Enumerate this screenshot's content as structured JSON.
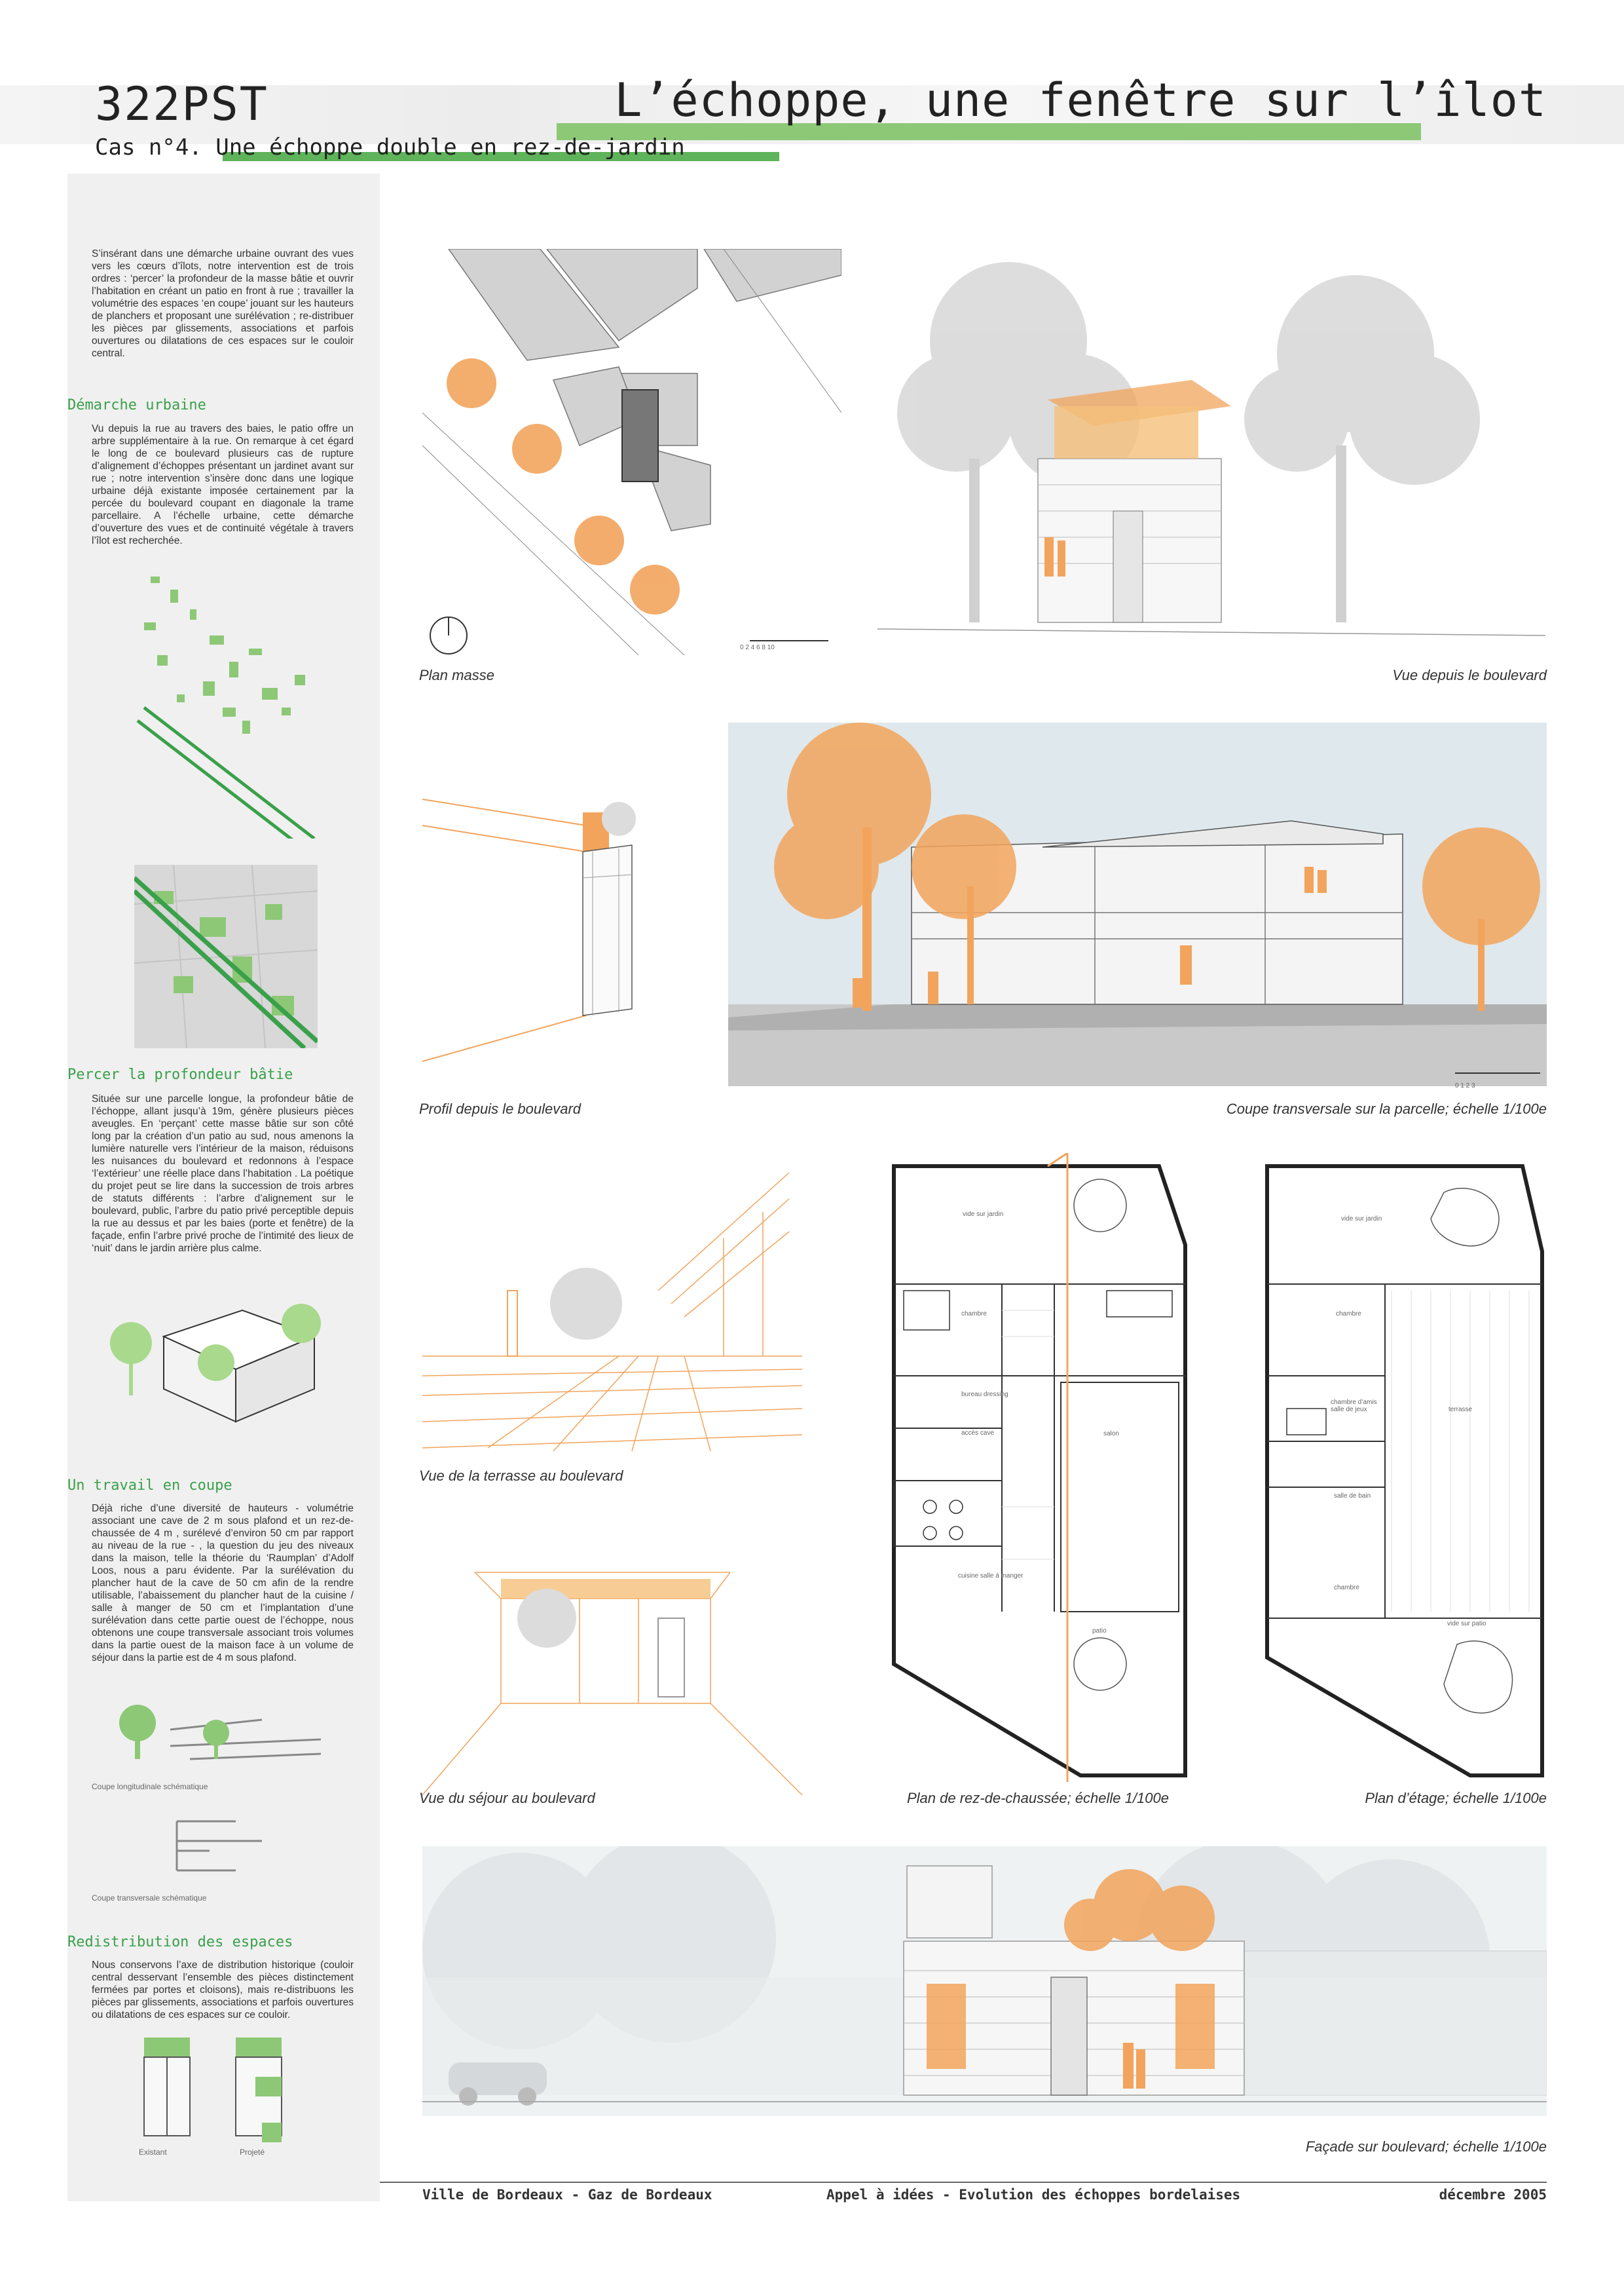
{
  "header": {
    "code": "322PST",
    "title": "L’échoppe, une fenêtre sur l’îlot",
    "subtitle": "Cas n°4. Une échoppe double en rez-de-jardin"
  },
  "left": {
    "intro": "S’insérant dans une démarche urbaine ouvrant des vues vers les cœurs d’îlots, notre intervention est de trois ordres : ‘percer’ la profondeur de la masse bâtie et ouvrir l’habitation en créant un patio en front à rue ; travailler la volumétrie des espaces ‘en coupe’ jouant sur les hauteurs de planchers et proposant une surélévation ; re-distribuer les pièces par glissements, associations et parfois ouvertures ou dilatations de ces espaces sur le couloir central.",
    "s1_title": "Démarche urbaine",
    "s1_text": "Vu depuis la rue au travers des baies, le patio offre un arbre supplémentaire à la rue. On remarque à cet égard le long de ce boulevard plusieurs cas de rupture d’alignement d’échoppes présentant un jardinet avant sur rue ; notre intervention s’insère donc dans une logique urbaine déjà existante imposée certainement par la percée du boulevard coupant en diagonale la trame parcellaire. A l’échelle urbaine, cette démarche d’ouverture des vues et de continuité végétale à travers l’îlot est recherchée.",
    "s2_title": "Percer la profondeur bâtie",
    "s2_text": "Située sur une parcelle longue, la profondeur bâtie de l’échoppe, allant jusqu’à 19m, génère plusieurs pièces aveugles. En ‘perçant’ cette masse bâtie sur son côté long par la création d’un patio au sud, nous amenons la lumière naturelle vers l’intérieur de la maison, réduisons les nuisances du boulevard et redonnons à l’espace ‘l’extérieur’ une réelle place dans l’habitation . La poétique du projet peut se lire dans la succession de trois arbres de statuts différents : l’arbre d’alignement sur le boulevard, public, l’arbre du patio privé perceptible depuis la rue au dessus et par les baies (porte et fenêtre) de la façade, enfin l’arbre privé proche de l’intimité des lieux de ‘nuit’ dans le jardin arrière plus calme.",
    "s3_title": "Un travail en coupe",
    "s3_text": "Déjà riche d’une diversité de hauteurs - volumétrie associant une cave de 2 m sous plafond et un rez-de-chaussée de 4 m , surélevé d’environ 50 cm par rapport au niveau de la rue - , la question du jeu des niveaux dans la maison, telle la théorie du ‘Raumplan’ d’Adolf Loos, nous a paru évidente. Par la surélévation du plancher haut de la cave de 50 cm afin de la rendre utilisable, l’abaissement du plancher haut de la cuisine / salle à manger de 50 cm et l’implantation d’une surélévation dans cette partie ouest de l’échoppe, nous obtenons une coupe transversale associant trois volumes dans la partie ouest de la maison face à un volume de séjour dans la partie est de 4 m sous plafond.",
    "cap_long": "Coupe longitudinale schématique",
    "cap_trans": "Coupe transversale schématique",
    "s4_title": "Redistribution des espaces",
    "s4_text": "Nous conservons l’axe de distribution historique (couloir central desservant l’ensemble des pièces distinctement fermées par portes et cloisons), mais re-distribuons les pièces par glissements, associations et parfois ouvertures ou dilatations de ces espaces sur ce couloir.",
    "cap_existant": "Existant",
    "cap_projete": "Projeté"
  },
  "captions": {
    "plan_masse": "Plan masse",
    "vue_boulevard": "Vue depuis le boulevard",
    "profil": "Profil depuis le boulevard",
    "coupe": "Coupe transversale sur la parcelle; échelle 1/100e",
    "terrasse": "Vue de la terrasse au boulevard",
    "sejour": "Vue du séjour au boulevard",
    "plan_rdc": "Plan de rez-de-chaussée; échelle 1/100e",
    "plan_etage": "Plan d’étage; échelle 1/100e",
    "facade": "Façade sur boulevard; échelle 1/100e"
  },
  "plan_labels": {
    "vide_jardin": "vide sur jardin",
    "chambre": "chambre",
    "bureau": "bureau dressing",
    "acces_cave": "accès cave",
    "salon": "salon",
    "cuisine": "cuisine salle à manger",
    "patio": "patio",
    "chambre_amis": "chambre d’amis salle de jeux",
    "terrasse": "terrasse",
    "salle_bain": "salle de bain",
    "vide_patio": "vide sur patio"
  },
  "scales": {
    "scale_a": "0  2  4  6  8  10",
    "scale_b": "0   1   2   3"
  },
  "footer": {
    "left": "Ville de Bordeaux - Gaz de Bordeaux",
    "center": "Appel à idées - Evolution des échoppes bordelaises",
    "right": "décembre 2005"
  },
  "colors": {
    "orange": "#f2a45c",
    "green": "#8dc876",
    "dark_green": "#3aa04a",
    "grey": "#d6d6d6"
  }
}
